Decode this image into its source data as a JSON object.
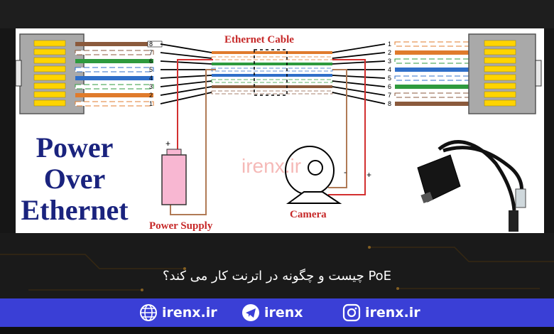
{
  "diagram": {
    "title_lines": [
      "Power",
      "Over",
      "Ethernet"
    ],
    "ethernet_cable_label": "Ethernet Cable",
    "power_supply_label": "Power Supply",
    "camera_label": "Camera",
    "plus_sign": "+",
    "minus_sign": "-",
    "left_pins": [
      "8",
      "7",
      "6",
      "5",
      "4",
      "3",
      "2",
      "1"
    ],
    "right_pins": [
      "1",
      "2",
      "3",
      "4",
      "5",
      "6",
      "7",
      "8"
    ],
    "watermark": "irenx.ir",
    "colors": {
      "title": "#1a237e",
      "label": "#c62828",
      "orange": "#e07b2c",
      "green": "#2e9a3e",
      "blue": "#2f6fc9",
      "brown": "#8b5a3c",
      "power_red": "#d32f2f",
      "power_brown": "#b07a55"
    }
  },
  "caption": {
    "text": "PoE چیست و چگونه در اترنت کار می کند؟"
  },
  "footer": {
    "website": "irenx.ir",
    "telegram": "irenx",
    "instagram": "irenx.ir",
    "website_icon": "globe-icon",
    "telegram_icon": "telegram-icon",
    "instagram_icon": "instagram-icon",
    "background": "#3a3fd6"
  }
}
